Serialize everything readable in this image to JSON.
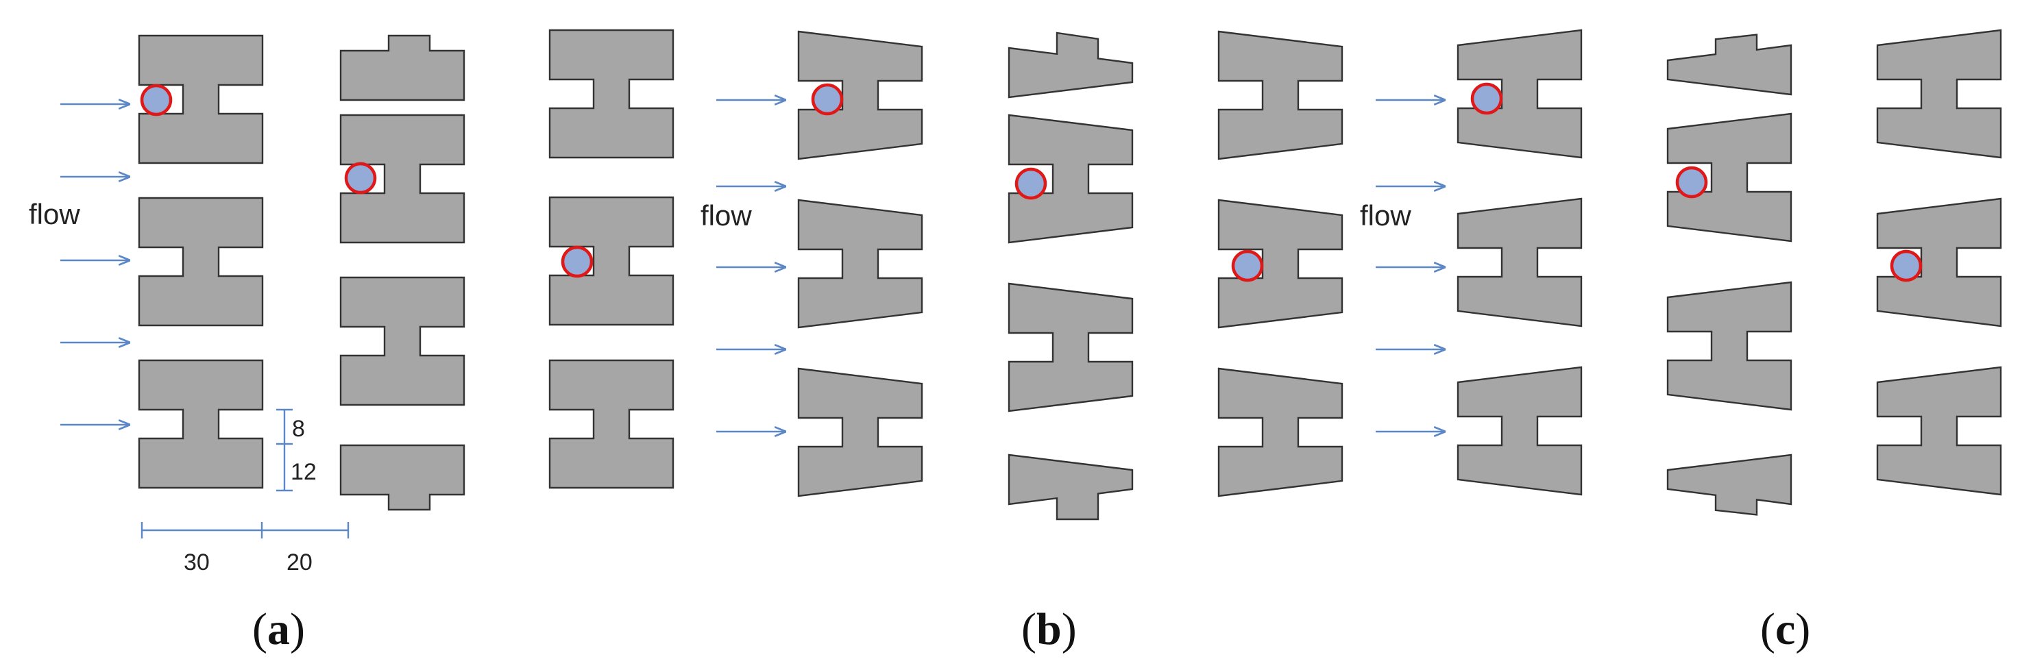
{
  "colors": {
    "post_fill": "#a6a6a6",
    "post_stroke": "#333333",
    "arrow": "#5b87c7",
    "particle_fill": "#93abd6",
    "particle_stroke": "#e01818",
    "dimension": "#5b87c7"
  },
  "flow_label": "flow",
  "panels": [
    {
      "id": "a",
      "letter": "a"
    },
    {
      "id": "b",
      "letter": "b"
    },
    {
      "id": "c",
      "letter": "c"
    }
  ],
  "dimensions": {
    "gap_height": "8",
    "flange_height": "12",
    "post_width": "30",
    "post_spacing": "20"
  }
}
